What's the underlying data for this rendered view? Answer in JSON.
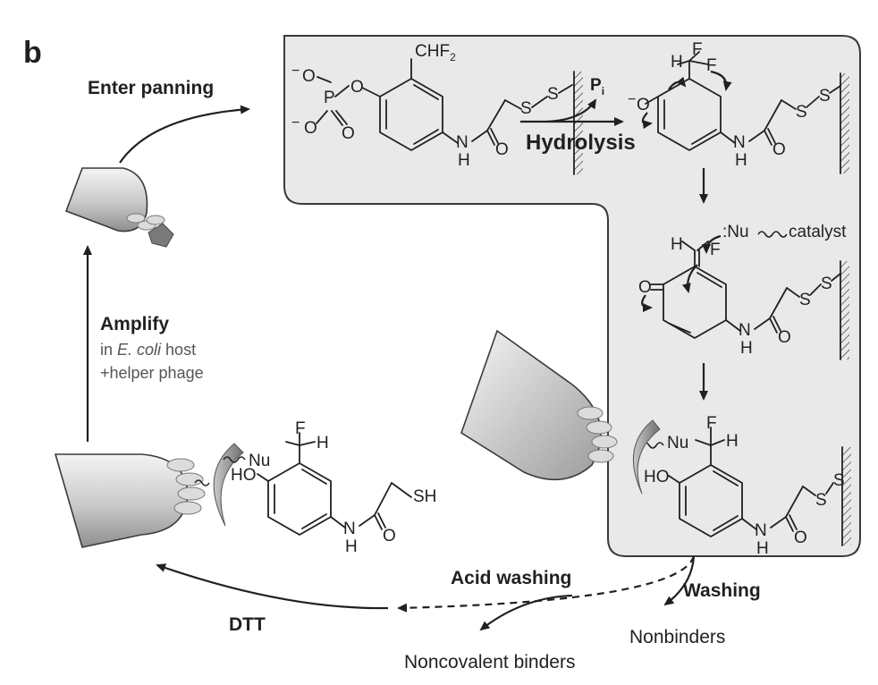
{
  "panel_label": "b",
  "steps": {
    "enter_panning": "Enter panning",
    "hydrolysis": "Hydrolysis",
    "leaving_group": "P",
    "leaving_group_sub": "i",
    "nucleophile": ":Nu",
    "catalyst": "catalyst",
    "washing": "Washing",
    "nonbinders": "Nonbinders",
    "acid_washing": "Acid washing",
    "noncovalent_binders": "Noncovalent binders",
    "dtt": "DTT",
    "amplify": "Amplify",
    "amplify_line2_prefix": "in ",
    "amplify_line2_italic": "E. coli",
    "amplify_line2_suffix": " host",
    "amplify_line3": "+helper phage"
  },
  "atoms": {
    "O": "O",
    "H": "H",
    "N": "N",
    "S": "S",
    "F": "F",
    "P": "P",
    "OH": "HO",
    "SH": "SH",
    "Nu": "Nu",
    "CHF2": "CHF",
    "CHF2_sub": "2",
    "minus": "−"
  },
  "colors": {
    "panel_fill": "#e9e9e9",
    "panel_stroke": "#3a3a3a",
    "phage_dark": "#9a9a9a",
    "phage_light": "#f2f2f2",
    "ink": "#231f20"
  }
}
